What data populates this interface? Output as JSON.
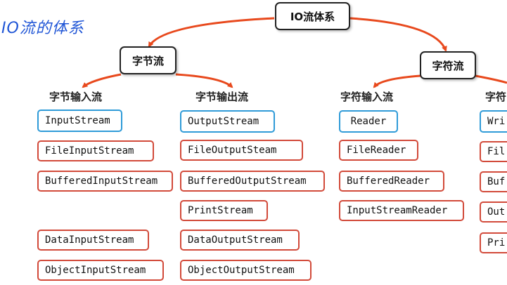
{
  "title": "IO流的体系",
  "root": "IO流体系",
  "branches": {
    "byte": "字节流",
    "char": "字符流"
  },
  "categories": {
    "byte_in": "字节输入流",
    "byte_out": "字节输出流",
    "char_in": "字符输入流",
    "char_out": "字符"
  },
  "byte_in": [
    "InputStream",
    "FileInputStream",
    "BufferedInputStream",
    "DataInputStream",
    "ObjectInputStream"
  ],
  "byte_out": [
    "OutputStream",
    "FileOutputSteam",
    "BufferedOutputStream",
    "PrintStream",
    "DataOutputStream",
    "ObjectOutputStream"
  ],
  "char_in": [
    "Reader",
    "FileReader",
    "BufferedReader",
    "InputStreamReader"
  ],
  "char_out": [
    "Wri",
    "Fil",
    "Buf",
    "Out",
    "Pri"
  ],
  "colors": {
    "arrow": "#e8491d",
    "base_box": "#2f9bd8",
    "sub_box": "#d24a3a",
    "title": "#1f55d6"
  }
}
